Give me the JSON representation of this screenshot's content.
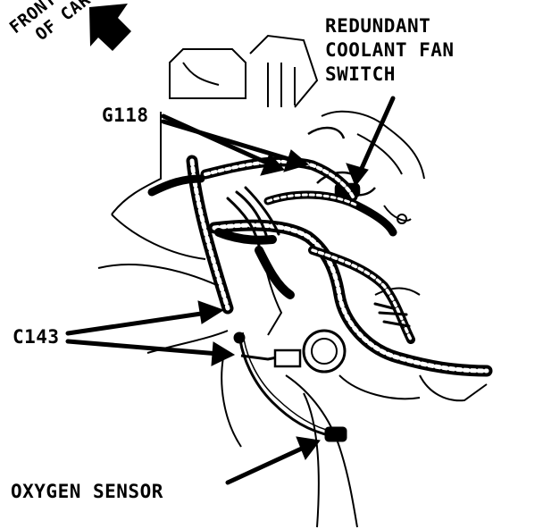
{
  "labels": {
    "front_of_car": [
      "FRONT",
      "OF CAR"
    ],
    "redundant_switch": [
      "REDUNDANT",
      "COOLANT FAN",
      "SWITCH"
    ],
    "g118": "G118",
    "c143": "C143",
    "oxygen_sensor": "OXYGEN SENSOR"
  },
  "colors": {
    "ink": "#000000",
    "paper": "#ffffff"
  },
  "icons": [
    "front-direction-arrow-icon"
  ]
}
